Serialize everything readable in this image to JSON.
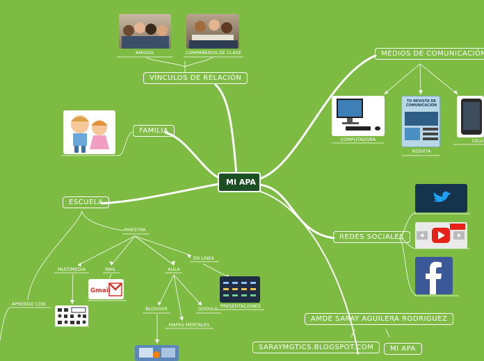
{
  "central": "MI APA",
  "branches": {
    "vinculos": {
      "label": "VÍNCULOS DE RELACIÓN",
      "children": [
        "AMIGOS",
        "COMPAÑEROS DE CLASE"
      ]
    },
    "familia": {
      "label": "FAMILIA"
    },
    "escuela": {
      "label": "ESCUELA",
      "maestra": "MAESTRA",
      "children": [
        "MULTIMEDIA",
        "MAIL",
        "AULA",
        "EN LINEA"
      ],
      "aula_children": [
        "BLOGGER",
        "MAPAS MENTALES",
        "GOOGLE"
      ],
      "en_linea_child": "PRESENTACIONES",
      "aprendo": "APRENDO CON"
    },
    "medios": {
      "label": "MEDIOS DE COMUNICACIÓN",
      "children": [
        "COMPUTADORA",
        "RESVITA",
        "CELU"
      ]
    },
    "redes": {
      "label": "REDES SOCIALES"
    }
  },
  "author": {
    "name": "AMDE SARAY AGUILERA RODRIGUEZ",
    "blog": "SARAYMGTICS.BLOGSPOT.COM",
    "title": "MI APA"
  },
  "revista_text": "TU REVISTA DE COMUNICACION",
  "colors": {
    "background": "#7dbb42",
    "central_fill": "#1d4f25",
    "lines": "#ffffff",
    "twitter": "#1da1f2",
    "facebook": "#3b5998",
    "youtube": "#e62117"
  }
}
